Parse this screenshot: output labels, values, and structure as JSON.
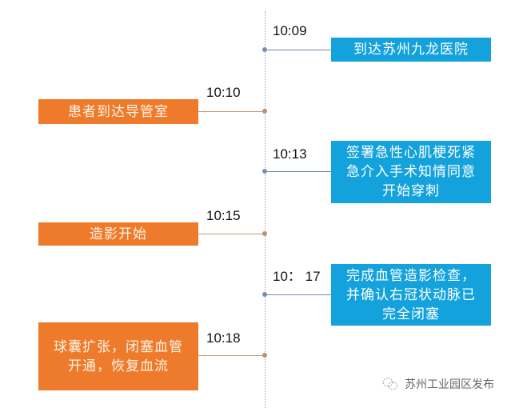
{
  "timeline": {
    "events": [
      {
        "time": "10:09",
        "text": "到达苏州九龙医院",
        "side": "right",
        "color": "#14a2dc"
      },
      {
        "time": "10:10",
        "text": "患者到达导管室",
        "side": "left",
        "color": "#ee7a2c"
      },
      {
        "time": "10:13",
        "text": "签署急性心肌梗死紧急介入手术知情同意开始穿刺",
        "lines": [
          "签署急性心肌梗死紧",
          "急介入手术知情同意",
          "开始穿刺"
        ],
        "side": "right",
        "color": "#14a2dc"
      },
      {
        "time": "10:15",
        "text": "造影开始",
        "side": "left",
        "color": "#ee7a2c"
      },
      {
        "time": "10： 17",
        "text": "完成血管造影检查，并确认右冠状动脉已完全闭塞",
        "lines": [
          "完成血管造影检查，",
          "并确认右冠状动脉已",
          "完全闭塞"
        ],
        "side": "right",
        "color": "#14a2dc"
      },
      {
        "time": "10:18",
        "text": "球囊扩张，闭塞血管开通，恢复血流",
        "lines": [
          "球囊扩张，闭塞血管",
          "开通，恢复血流"
        ],
        "side": "left",
        "color": "#ee7a2c"
      }
    ]
  },
  "watermark": {
    "icon": "wechat-icon",
    "text": "苏州工业园区发布"
  }
}
